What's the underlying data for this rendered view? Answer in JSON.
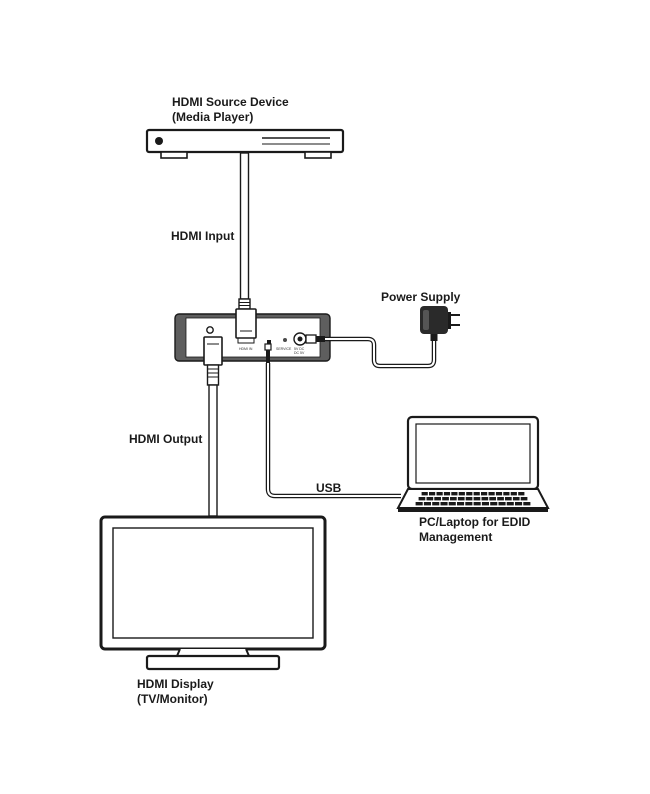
{
  "labels": {
    "source_line1": "HDMI Source Device",
    "source_line2": "(Media Player)",
    "hdmi_input": "HDMI Input",
    "power_supply": "Power Supply",
    "hdmi_output": "HDMI Output",
    "usb": "USB",
    "laptop_line1": "PC/Laptop for EDID",
    "laptop_line2": "Management",
    "display_line1": "HDMI Display",
    "display_line2": "(TV/Monitor)"
  },
  "device_ports": {
    "hdmi_in": "HDMI IN",
    "service": "SERVICE",
    "power_line1": "5V DC",
    "power_line2": "DC 5V"
  },
  "colors": {
    "device_body": "#5e5e5e",
    "device_face": "#ffffff",
    "line": "#1a1a1a",
    "cable_fill": "#ffffff"
  },
  "icons": {
    "source": "media-player-icon",
    "power": "power-adapter-icon",
    "laptop": "laptop-icon",
    "display": "tv-monitor-icon",
    "device": "edid-device-icon"
  }
}
